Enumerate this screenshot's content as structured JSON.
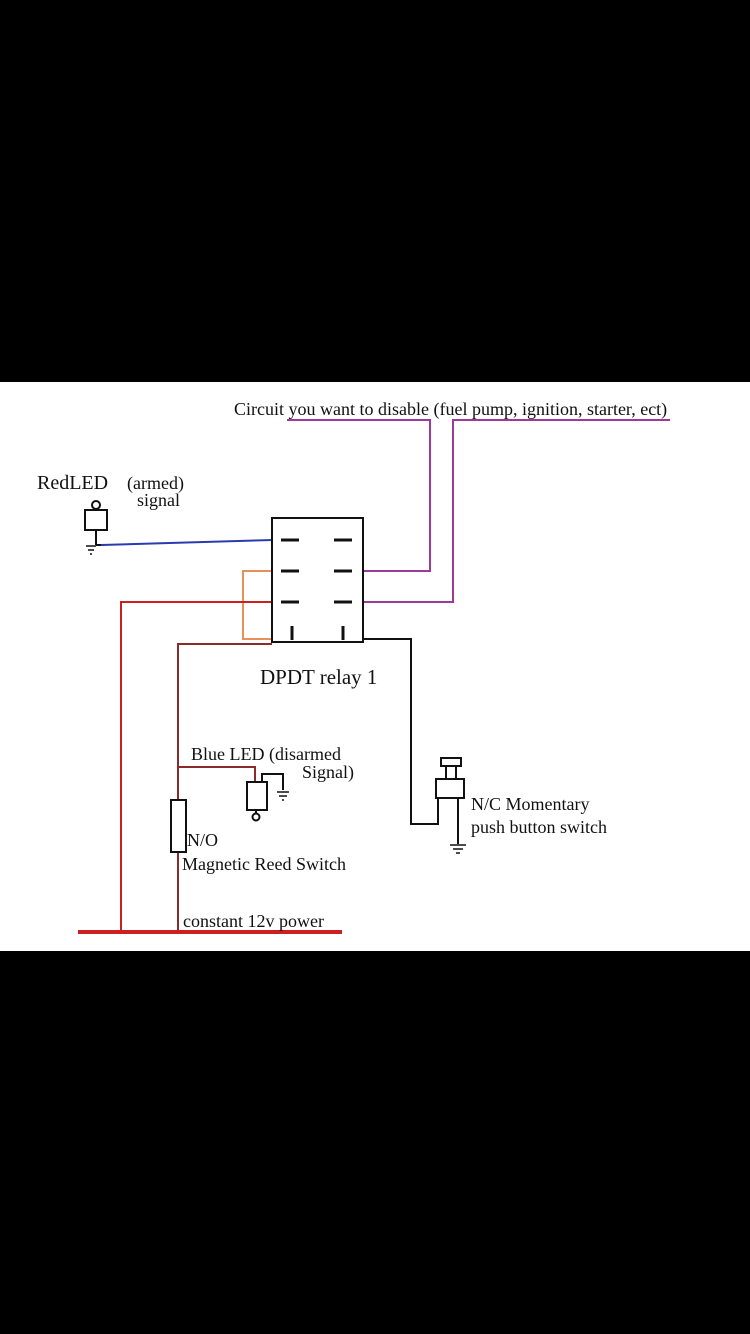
{
  "diagram": {
    "labels": {
      "circuit": "Circuit you want to disable (fuel pump, ignition, starter, ect)",
      "red_led_name": "RedLED",
      "red_led_state": "(armed)",
      "red_led_signal": "signal",
      "relay": "DPDT relay 1",
      "blue_led_line1": "Blue LED (disarmed",
      "blue_led_line2": "Signal)",
      "reed_type": "N/O",
      "reed_name": "Magnetic Reed Switch",
      "pushbutton_line1": "N/C Momentary",
      "pushbutton_line2": "push button switch",
      "power": "constant 12v power"
    },
    "colors": {
      "background": "#ffffff",
      "power_wire": "#cc2020",
      "circuit_wire": "#9b3a9b",
      "red_led_wire": "#2a3bb0",
      "jumper_wire": "#e8905a",
      "reed_wire": "#8b2a2a",
      "ground_wire": "#111111"
    },
    "components": [
      "relay",
      "red-led",
      "blue-led",
      "reed-switch",
      "push-button",
      "ground-symbol"
    ]
  }
}
